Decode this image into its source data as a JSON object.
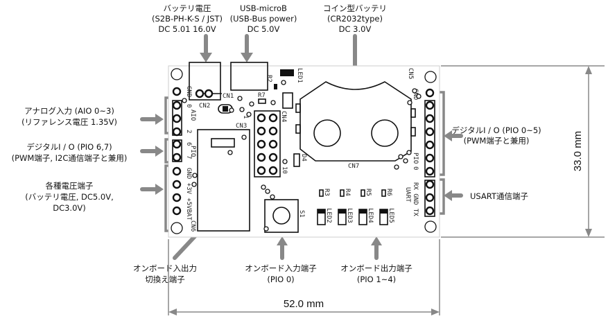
{
  "callouts": {
    "battery": {
      "line1": "バッテリ電圧",
      "line2": "(S2B-PH-K-S / JST)",
      "line3": "DC 5.01  16.0V"
    },
    "usb": {
      "line1": "USB-microB",
      "line2": "(USB-Bus power)",
      "line3": "DC 5.0V"
    },
    "coin": {
      "line1": "コイン型バッテリ",
      "line2": "(CR2032type)",
      "line3": "DC 3.0V"
    },
    "analog": {
      "line1": "アナログ入力 (AIO 0~3)",
      "line2": "(リファレンス電圧 1.35V)"
    },
    "digital_left": {
      "line1": "デジタルI / O (PIO 6,7)",
      "line2": "(PWM端子, I2C通信端子と兼用)"
    },
    "power": {
      "line1": "各種電圧端子",
      "line2": "(バッテリ電圧, DC5.0V,",
      "line3": "DC3.0V)"
    },
    "digital_right": {
      "line1": "デジタルI / O (PIO 0~5)",
      "line2": "(PWM端子と兼用)"
    },
    "usart": {
      "line1": "USART通信端子"
    },
    "io_switch": {
      "line1": "オンボード入出力",
      "line2": "切換え端子"
    },
    "onboard_input": {
      "line1": "オンボード入力端子",
      "line2": "(PIO 0)"
    },
    "onboard_output": {
      "line1": "オンボード出力端子",
      "line2": "(PIO 1~4)"
    }
  },
  "dimensions": {
    "width": "52.0 mm",
    "height": "33.0 mm"
  },
  "silkscreen": {
    "cn1": "CN1",
    "cn2": "CN2",
    "cn3": "CN3",
    "cn4": "CN4",
    "cn5": "CN5",
    "cn6": "CN6",
    "cn7": "CN7",
    "r2": "R2",
    "r3": "R3",
    "r4": "R4",
    "r5": "R5",
    "r6": "R6",
    "r7": "R7",
    "led1": "LED1",
    "led2": "LED2",
    "led3": "LED3",
    "led4": "LED4",
    "led5": "LED5",
    "d4": "D4",
    "s1": "S1",
    "gnd": "GND",
    "aio": "AIO",
    "pio_left": "PIO",
    "pio_right": "PIO",
    "aio0": "0",
    "aio2": "2",
    "pio6": "6",
    "pio7": "7",
    "pio0": "0",
    "pio5": "5",
    "power_pins": "GND +3V +5VBAT",
    "gnd_right": "GND",
    "uart": "UART",
    "uart_pins": "RX GND TX",
    "hdr1": "1",
    "hdr10": "10"
  },
  "colors": {
    "arrow": "#888888",
    "outline": "#111111"
  }
}
